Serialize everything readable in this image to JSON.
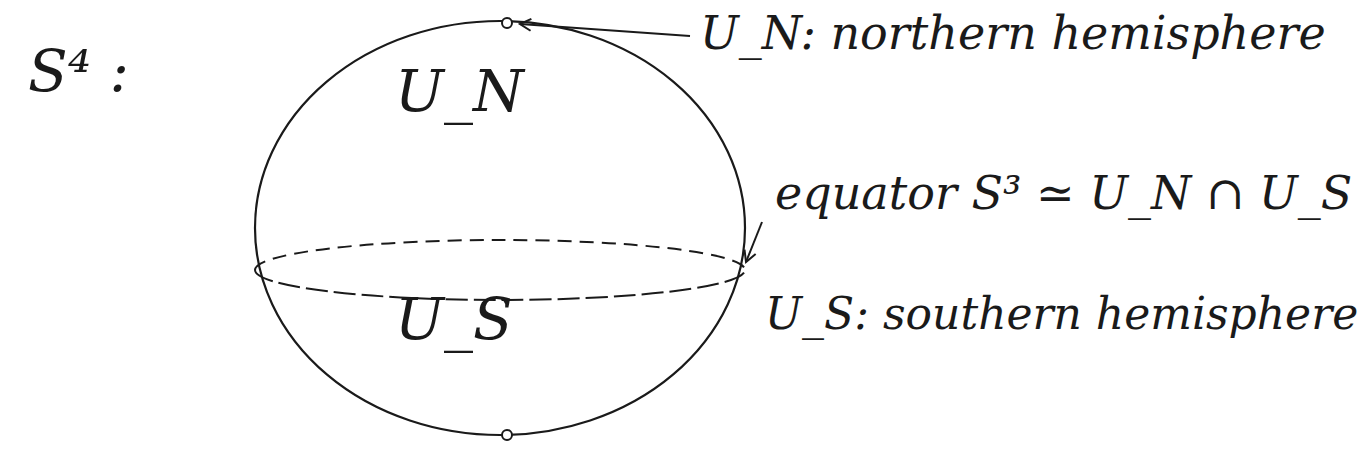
{
  "diagram": {
    "labels": [
      "S⁴ :",
      "U_N: northern hemisphere",
      "U_N",
      "equator S³ ≃ U_N ∩ U_S",
      "U_S",
      "U_S: southern hemisphere"
    ]
  }
}
